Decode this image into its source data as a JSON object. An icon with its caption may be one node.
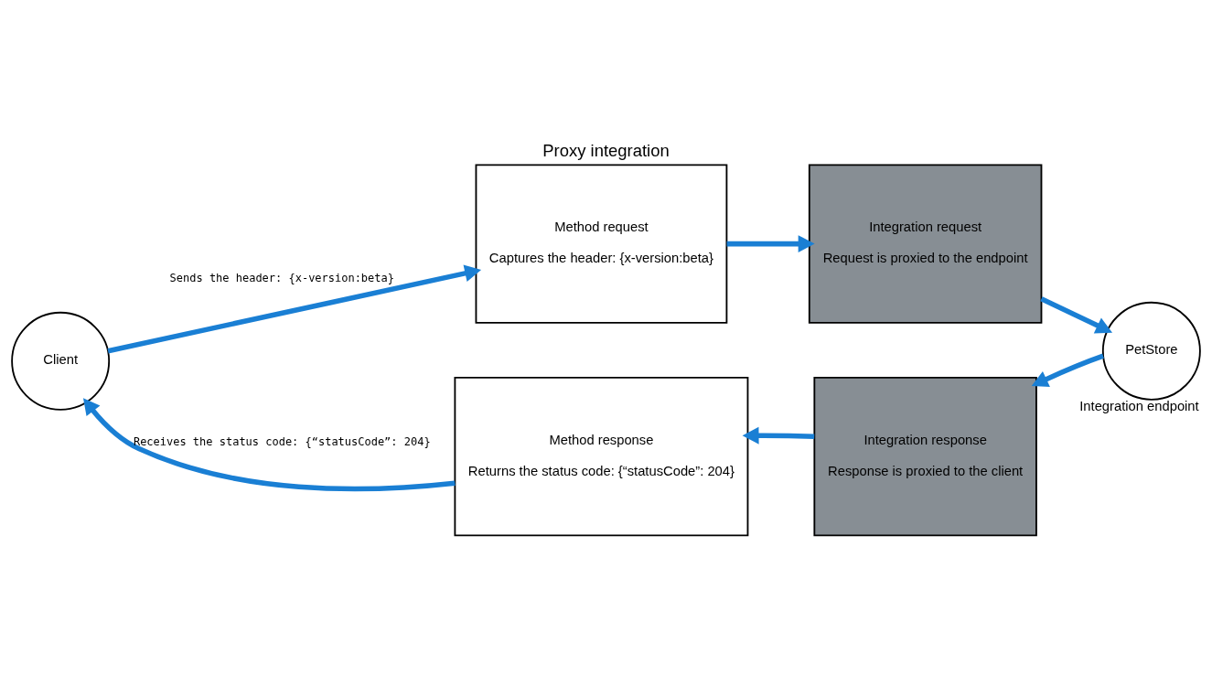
{
  "diagram": {
    "title": "Proxy integration",
    "nodes": [
      {
        "text": [
          "Client"
        ]
      },
      {
        "text": [
          "Method request",
          "Captures the header: {x-version:beta}"
        ]
      },
      {
        "text": [
          "Integration request",
          "Request is proxied to the endpoint"
        ]
      },
      {
        "text": [
          "PetStore"
        ],
        "beside": [
          "Integration endpoint"
        ]
      },
      {
        "text": [
          "Integration response",
          "Response is proxied to the client"
        ]
      },
      {
        "text": [
          "Method response",
          "Returns the status code: {“statusCode”: 204}"
        ]
      }
    ],
    "edges": [
      {
        "from": 0,
        "to": 1,
        "arrow": "to",
        "label": "Sends the header: {x-version:beta}"
      },
      {
        "from": 1,
        "to": 2,
        "arrow": "to"
      },
      {
        "from": 2,
        "to": 3,
        "arrow": "to"
      },
      {
        "from": 3,
        "to": 4,
        "arrow": "to"
      },
      {
        "from": 4,
        "to": 5,
        "arrow": "to"
      },
      {
        "from": 5,
        "to": 0,
        "arrow": "to",
        "label": "Receives the status code: {“statusCode”: 204}"
      }
    ]
  }
}
